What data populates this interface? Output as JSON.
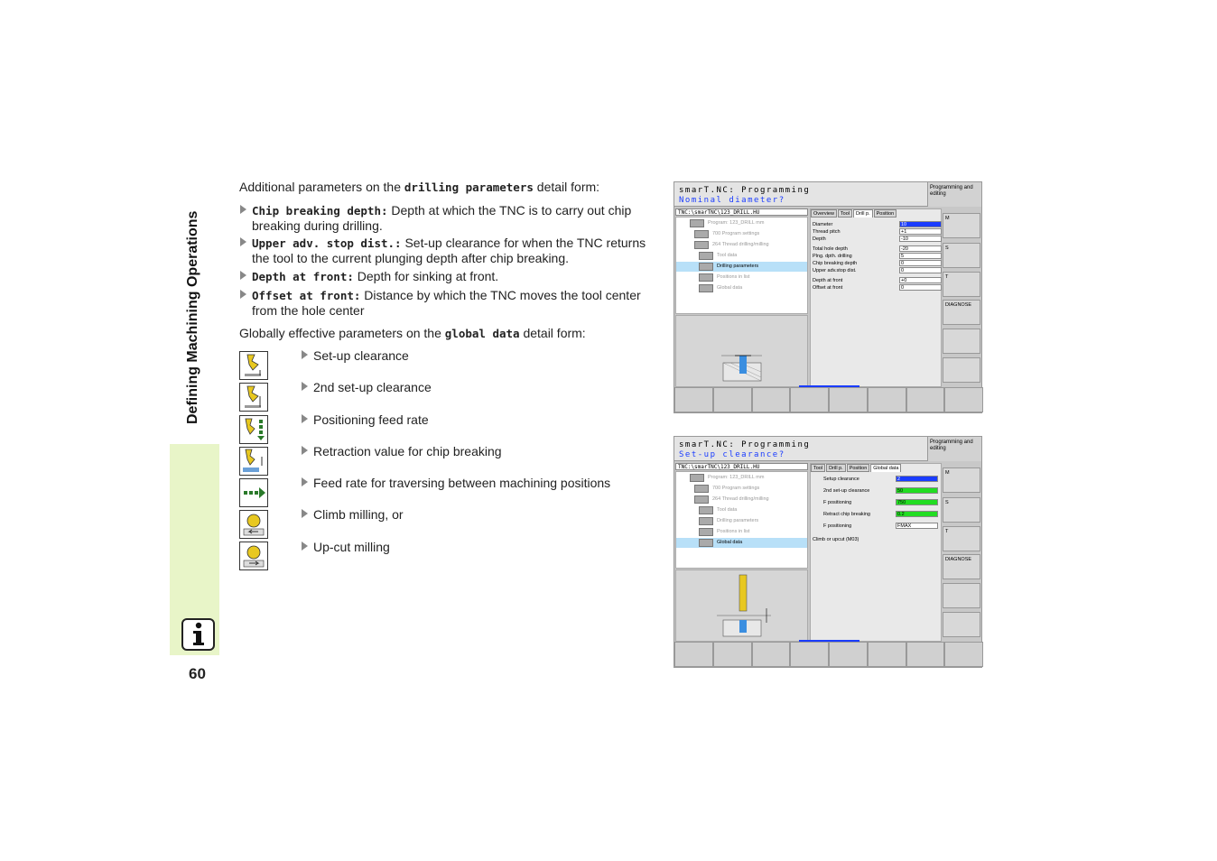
{
  "sidebar": {
    "section_title": "Defining Machining Operations",
    "page_number": "60",
    "info_icon": "info-icon"
  },
  "intro1": {
    "pre": "Additional parameters on the ",
    "code": "drilling parameters",
    "post": " detail form:"
  },
  "params": [
    {
      "code": "Chip breaking depth:",
      "text": " Depth at which the TNC is to carry out chip breaking during drilling."
    },
    {
      "code": "Upper adv. stop dist.:",
      "text": " Set-up clearance for when the TNC returns the tool to the current plunging depth after chip breaking."
    },
    {
      "code": "Depth at front:",
      "text": " Depth for sinking at front."
    },
    {
      "code": "Offset at front:",
      "text": " Distance by which the TNC moves the tool center from the hole center"
    }
  ],
  "intro2": {
    "pre": "Globally effective parameters on the ",
    "code": "global data",
    "post": " detail form:"
  },
  "global_items": [
    {
      "label": "Set-up clearance",
      "icon": "setup-clearance-icon"
    },
    {
      "label": "2nd set-up clearance",
      "icon": "second-setup-clearance-icon"
    },
    {
      "label": "Positioning feed rate",
      "icon": "positioning-feed-icon"
    },
    {
      "label": "Retraction value for chip breaking",
      "icon": "retraction-icon"
    },
    {
      "label": "Feed rate for traversing between machining positions",
      "icon": "traverse-feed-icon"
    },
    {
      "label": "Climb milling, or",
      "icon": "climb-milling-icon"
    },
    {
      "label": "Up-cut milling",
      "icon": "upcut-milling-icon"
    }
  ],
  "screen1": {
    "title": "smarT.NC: Programming",
    "subtitle": "Nominal diameter?",
    "mode": "Programming and editing",
    "path": "TNC:\\smarTNC\\123_DRILL.HU",
    "tree": [
      "Program: 123_DRILL mm",
      "700 Program settings",
      "264 Thread drilling/milling",
      "Tool data",
      "Drilling parameters",
      "Positions in list",
      "Global data"
    ],
    "tabs": [
      "Overview",
      "Tool",
      "Drill p.",
      "Position"
    ],
    "fields": [
      {
        "label": "Diameter",
        "value": "10"
      },
      {
        "label": "Thread pitch",
        "value": "+1"
      },
      {
        "label": "Depth",
        "value": "-10"
      },
      {
        "label": "Total hole depth",
        "value": "-20"
      },
      {
        "label": "Plng. dpth. drilling",
        "value": "5"
      },
      {
        "label": "Chip breaking depth",
        "value": "0"
      },
      {
        "label": "Upper adv.stop dist.",
        "value": "0"
      },
      {
        "label": "Depth at front",
        "value": "+0"
      },
      {
        "label": "Offset at front",
        "value": "0"
      }
    ],
    "right_buttons": [
      "M",
      "S",
      "T",
      "DIAGNOSE"
    ]
  },
  "screen2": {
    "title": "smarT.NC: Programming",
    "subtitle": "Set-up clearance?",
    "mode": "Programming and editing",
    "path": "TNC:\\smarTNC\\123_DRILL.HU",
    "tree": [
      "Program: 123_DRILL mm",
      "700 Program settings",
      "264 Thread drilling/milling",
      "Tool data",
      "Drilling parameters",
      "Positions in list",
      "Global data"
    ],
    "tabs": [
      "Tool",
      "Drill p.",
      "Position",
      "Global data"
    ],
    "fields": [
      {
        "label": "Setup clearance",
        "value": "2"
      },
      {
        "label": "2nd set-up clearance",
        "value": "50"
      },
      {
        "label": "F positioning",
        "value": "750"
      },
      {
        "label": "Retract chip breaking",
        "value": "0.2"
      },
      {
        "label": "F positioning",
        "value": "FMAX"
      },
      {
        "label": "Climb or upcut (M03)",
        "value": ""
      }
    ],
    "right_buttons": [
      "M",
      "S",
      "T",
      "DIAGNOSE"
    ]
  }
}
